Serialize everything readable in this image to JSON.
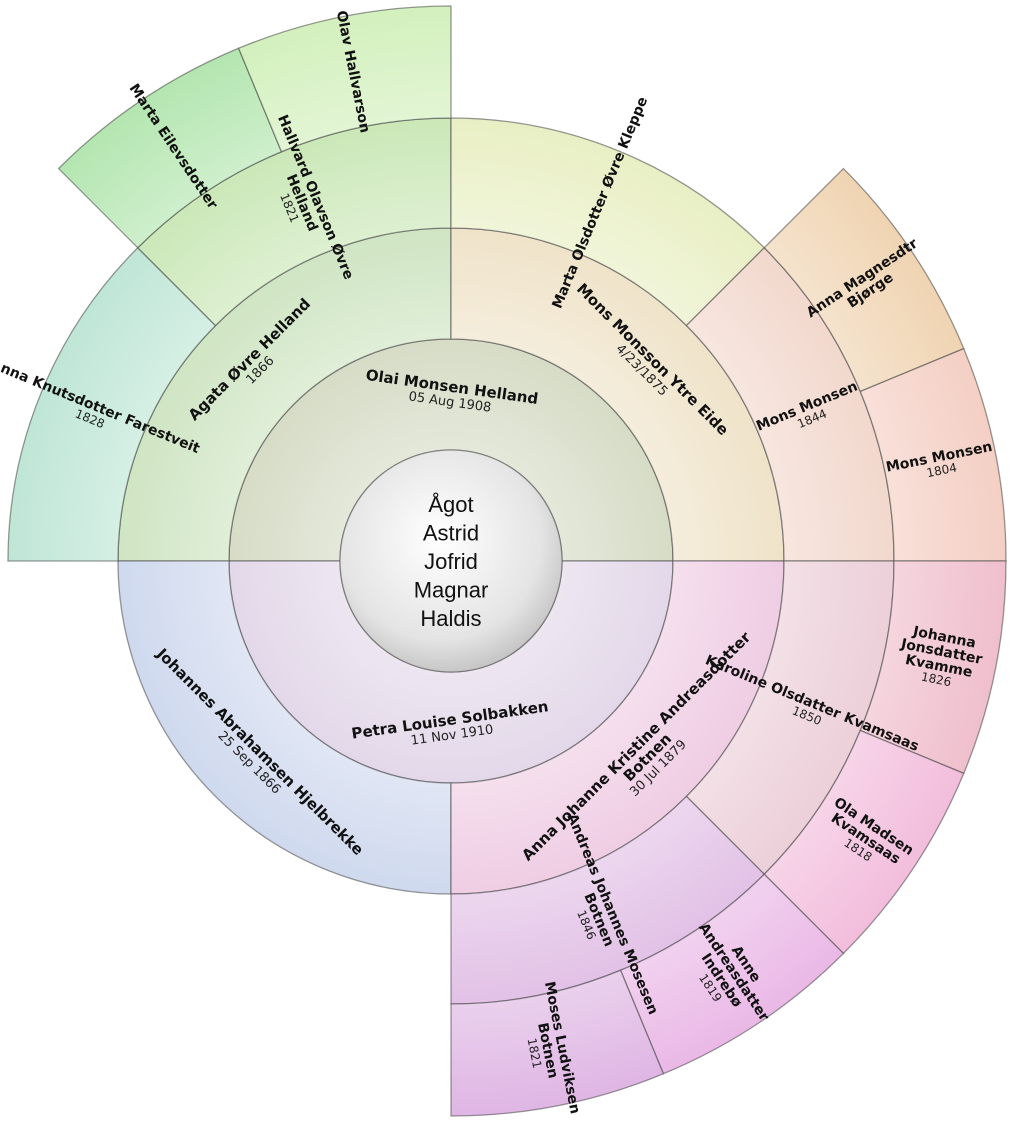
{
  "center": {
    "lines": [
      "Ågot",
      "Astrid",
      "Jofrid",
      "Magnar",
      "Haldis"
    ],
    "color": "#dcdcdc"
  },
  "people": [
    {
      "id": "olai",
      "lines": [
        "Olai Monsen Helland"
      ],
      "date": "05 Aug 1908",
      "color": "#d6dcc6"
    },
    {
      "id": "petra",
      "lines": [
        "Petra Louise Solbakken"
      ],
      "date": "11 Nov 1910",
      "color": "#e3d8e9"
    },
    {
      "id": "agata",
      "lines": [
        "Agata Øvre Helland"
      ],
      "date": "1866",
      "color": "#cfe5c3"
    },
    {
      "id": "mons-ytre",
      "lines": [
        "Mons Monsson Ytre Eide"
      ],
      "date": "4/23/1875",
      "color": "#efe3c9"
    },
    {
      "id": "johannes",
      "lines": [
        "Johannes Abrahamsen Hjelbrekke"
      ],
      "date": "25 Sep 1866",
      "color": "#cfd9ee"
    },
    {
      "id": "anna-johanne",
      "lines": [
        "Anna Johanne Kristine Andreasdotter",
        "Botnen"
      ],
      "date": "30 Jul 1879",
      "color": "#efcde4"
    },
    {
      "id": "anna-knuts",
      "lines": [
        "Anna Knutsdotter Farestveit"
      ],
      "date": "1828",
      "color": "#bfe6d6"
    },
    {
      "id": "hallvard",
      "lines": [
        "Hallvard Olavson Øvre",
        "Helland"
      ],
      "date": "1821",
      "color": "#cbe8b8"
    },
    {
      "id": "marta-olsd",
      "lines": [
        "Marta Olsdotter Øvre Kleppe"
      ],
      "date": "",
      "color": "#e9efc4"
    },
    {
      "id": "mons-1844",
      "lines": [
        "Mons Monsen"
      ],
      "date": "1844",
      "color": "#f2d8cd"
    },
    {
      "id": "karoline",
      "lines": [
        "Karoline Olsdatter Kvamsaas"
      ],
      "date": "1850",
      "color": "#eccfd9"
    },
    {
      "id": "andreas",
      "lines": [
        "Andreas Johannes Mosesen",
        "Botnen"
      ],
      "date": "1846",
      "color": "#e2c1e6"
    },
    {
      "id": "marta-eilevs",
      "lines": [
        "Marta Eilevsdotter"
      ],
      "date": "",
      "color": "#b4e6b0"
    },
    {
      "id": "olav",
      "lines": [
        "Olav Hallvarson"
      ],
      "date": "",
      "color": "#d3f0bd"
    },
    {
      "id": "anna-magnes",
      "lines": [
        "Anna Magnesdtr",
        "Bjørge"
      ],
      "date": "",
      "color": "#f0d4b2"
    },
    {
      "id": "mons-1804",
      "lines": [
        "Mons Monsen"
      ],
      "date": "1804",
      "color": "#f4cfc4"
    },
    {
      "id": "johanna",
      "lines": [
        "Johanna",
        "Jonsdatter",
        "Kvamme"
      ],
      "date": "1826",
      "color": "#efbfcc"
    },
    {
      "id": "ola",
      "lines": [
        "Ola Madsen",
        "Kvamsaas"
      ],
      "date": "1818",
      "color": "#f2bddc"
    },
    {
      "id": "anne",
      "lines": [
        "Anne",
        "Andreasdatter",
        "Indrebø"
      ],
      "date": "1819",
      "color": "#eab8e6"
    },
    {
      "id": "moses",
      "lines": [
        "Moses Ludviksen",
        "Botnen"
      ],
      "date": "1821",
      "color": "#dfb6e4"
    }
  ]
}
